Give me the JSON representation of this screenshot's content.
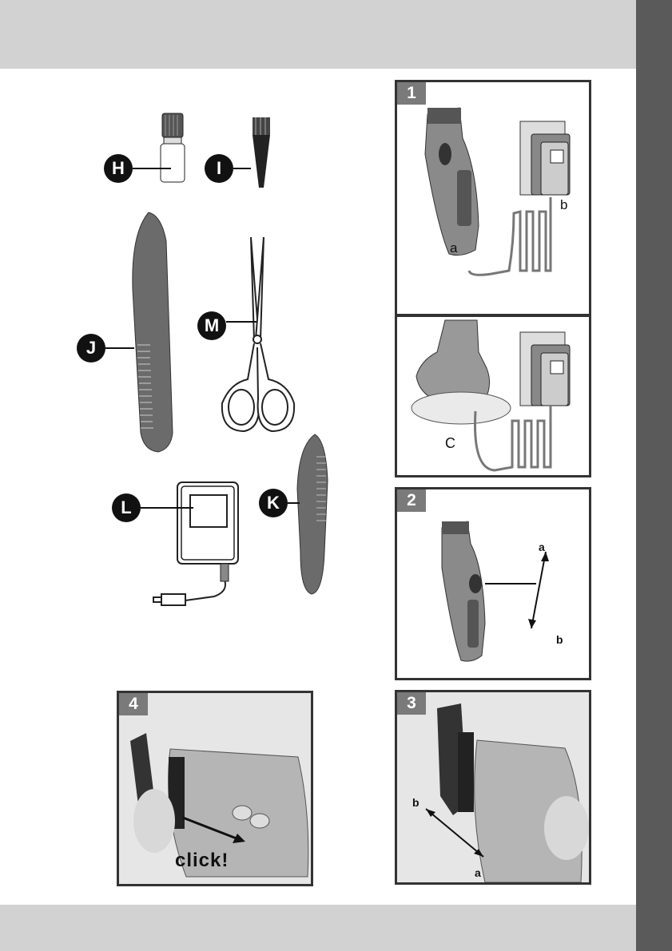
{
  "parts": {
    "H": "H",
    "I": "I",
    "J": "J",
    "M": "M",
    "L": "L",
    "K": "K"
  },
  "panels": {
    "p1": {
      "number": "1",
      "label_a": "a",
      "label_b": "b"
    },
    "p1b": {
      "label_c": "C"
    },
    "p2": {
      "number": "2",
      "label_a": "a",
      "label_b": "b"
    },
    "p3": {
      "number": "3",
      "label_a": "a",
      "label_b": "b"
    },
    "p4": {
      "number": "4",
      "caption": "click!"
    }
  }
}
